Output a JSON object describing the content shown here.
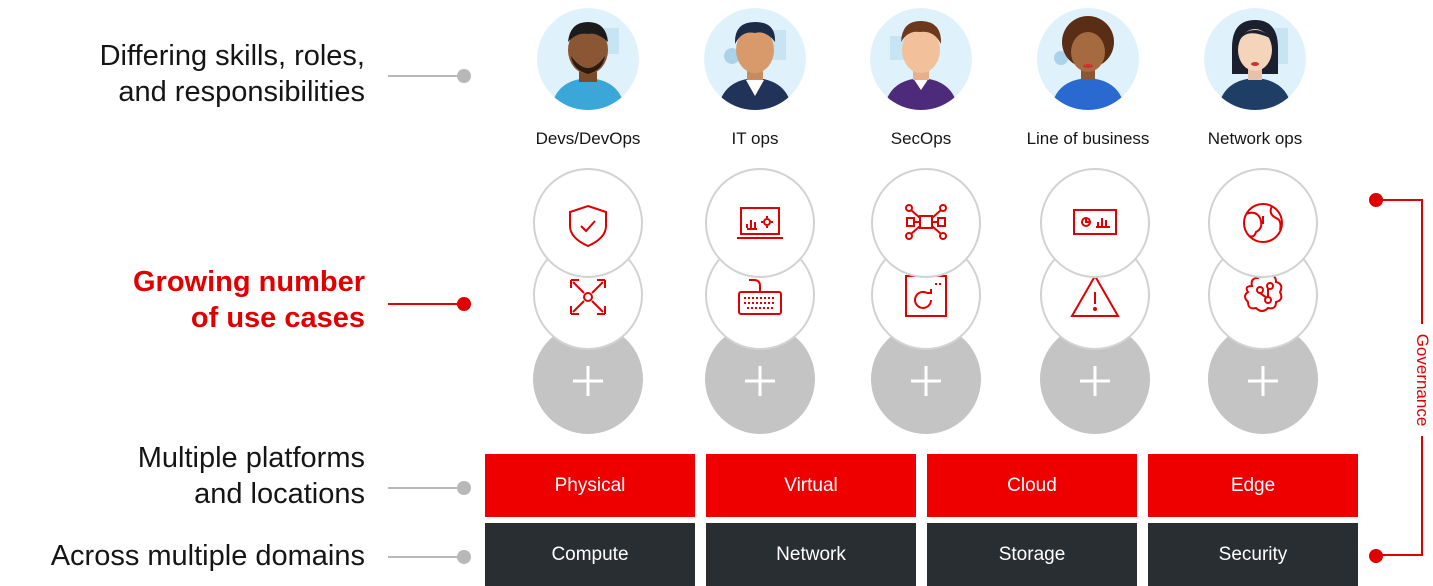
{
  "rows": {
    "skills": "Differing skills, roles,\nand responsibilities",
    "use_cases": "Growing number\nof use cases",
    "platforms": "Multiple platforms\nand locations",
    "domains": "Across multiple domains"
  },
  "personas": [
    {
      "label": "Devs/DevOps",
      "icon": "man-avatar-1"
    },
    {
      "label": "IT ops",
      "icon": "man-avatar-2"
    },
    {
      "label": "SecOps",
      "icon": "man-avatar-3"
    },
    {
      "label": "Line of business",
      "icon": "woman-avatar-1"
    },
    {
      "label": "Network ops",
      "icon": "woman-avatar-2"
    }
  ],
  "use_case_icons": {
    "top": [
      "shield-check-icon",
      "laptop-analytics-icon",
      "network-nodes-icon",
      "monitor-dashboard-icon",
      "globe-icon"
    ],
    "middle": [
      "expand-arrows-icon",
      "keyboard-icon",
      "refresh-window-icon",
      "warning-icon",
      "brain-icon"
    ],
    "bottom": [
      "plus-icon",
      "plus-icon",
      "plus-icon",
      "plus-icon",
      "plus-icon"
    ]
  },
  "platforms": [
    "Physical",
    "Virtual",
    "Cloud",
    "Edge"
  ],
  "domains": [
    "Compute",
    "Network",
    "Storage",
    "Security"
  ],
  "governance": "Governance",
  "colors": {
    "accent": "#ee0000",
    "dark": "#292e33",
    "muted": "#c4c4c4"
  }
}
